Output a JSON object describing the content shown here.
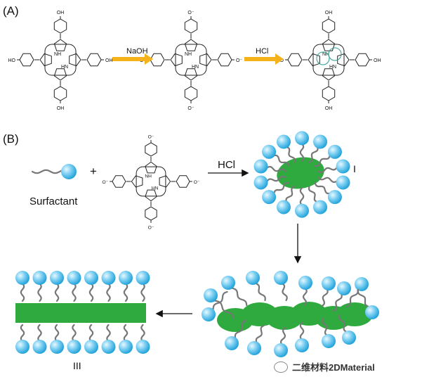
{
  "panels": {
    "a_label": "(A)",
    "b_label": "(B)"
  },
  "reagents": {
    "naoh": "NaOH",
    "hcl_a": "HCl",
    "hcl_b": "HCl",
    "plus": "+"
  },
  "labels": {
    "surfactant": "Surfactant",
    "stage_1": "I",
    "stage_3": "III"
  },
  "porphyrin_substituents": {
    "neutral": "HO",
    "neutral_r": "OH",
    "anion": "O⁻",
    "nh": "NH",
    "hn": "HN"
  },
  "watermark": {
    "text": "二维材料2DMaterial",
    "icon": "wechat-icon"
  },
  "colors": {
    "arrow_orange": "#f5b21b",
    "aggregate_green": "#2eaa3f",
    "head_blue_light": "#c7ecfa",
    "head_blue_dark": "#22a6de",
    "tail_gray": "#777777",
    "pyrrole_green": "#2a9d8f"
  }
}
